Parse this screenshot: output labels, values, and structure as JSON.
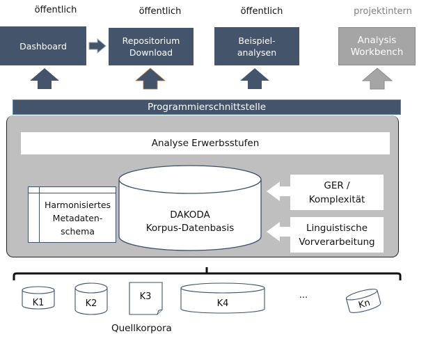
{
  "outputs": [
    {
      "access": "öffentlich",
      "label": "Dashboard",
      "style": "dark"
    },
    {
      "access": "öffentlich",
      "label": "Repositorium\nDownload",
      "style": "dark"
    },
    {
      "access": "öffentlich",
      "label": "Beispiel-\nanalysen",
      "style": "dark"
    },
    {
      "access": "projektintern",
      "label": "Analysis\nWorkbench",
      "style": "grey"
    }
  ],
  "api": {
    "label": "Programmierschnittstelle"
  },
  "core": {
    "analysis_bar": "Analyse Erwerbsstufen",
    "schema": "Harmonisiertes\nMetadaten-\nschema",
    "database": {
      "line1": "DAKODA",
      "line2": "Korpus-Datenbasis"
    },
    "inputs": [
      {
        "label": "GER /\nKomplexität"
      },
      {
        "label": "Linguistische\nVorverarbeitung"
      }
    ]
  },
  "sources": {
    "corpora": [
      "K1",
      "K2",
      "K3",
      "K4",
      "Kn"
    ],
    "ellipsis": "...",
    "caption": "Quellkorpora"
  },
  "colors": {
    "dark_box": "#44546a",
    "grey_box": "#a5a5a5",
    "core_bg": "#bfbfbf",
    "grey_text": "#7f7f7f"
  }
}
